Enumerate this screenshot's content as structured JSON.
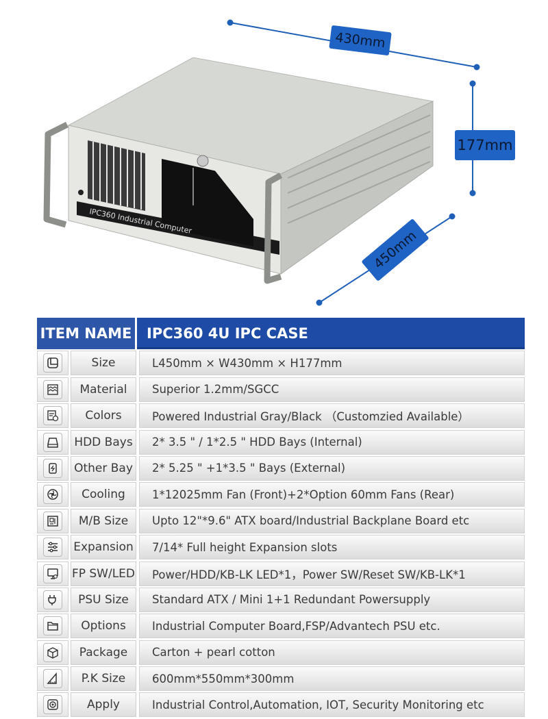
{
  "dimensions": {
    "width": "430mm",
    "height": "177mm",
    "depth": "450mm"
  },
  "product": {
    "front_label": "IPC360 Industrial Computer"
  },
  "table": {
    "header_item": "ITEM NAME",
    "header_title": "IPC360 4U IPC CASE",
    "rows": [
      {
        "icon": "size-icon",
        "name": "Size",
        "value": "L450mm × W430mm × H177mm"
      },
      {
        "icon": "material-icon",
        "name": "Material",
        "value": "Superior 1.2mm/SGCC"
      },
      {
        "icon": "colors-icon",
        "name": "Colors",
        "value": "Powered Industrial Gray/Black （Customzied Available）"
      },
      {
        "icon": "hdd-icon",
        "name": "HDD Bays",
        "value": "2* 3.5 \" / 1*2.5 \" HDD Bays (Internal)"
      },
      {
        "icon": "other-bay-icon",
        "name": "Other Bay",
        "value": "2* 5.25 \" +1*3.5 \" Bays (External)"
      },
      {
        "icon": "fan-icon",
        "name": "Cooling",
        "value": "1*12025mm Fan (Front)+2*Option 60mm Fans (Rear)"
      },
      {
        "icon": "motherboard-icon",
        "name": "M/B Size",
        "value": "Upto 12\"*9.6\" ATX board/Industrial Backplane Board etc"
      },
      {
        "icon": "sliders-icon",
        "name": "Expansion",
        "value": "7/14* Full height Expansion slots"
      },
      {
        "icon": "monitor-icon",
        "name": "FP SW/LED",
        "value": "Power/HDD/KB-LK LED*1，Power SW/Reset SW/KB-LK*1"
      },
      {
        "icon": "plug-icon",
        "name": "PSU Size",
        "value": "Standard ATX / Mini 1+1 Redundant Powersupply"
      },
      {
        "icon": "folder-icon",
        "name": "Options",
        "value": "Industrial Computer Board,FSP/Advantech PSU etc."
      },
      {
        "icon": "box-icon",
        "name": "Package",
        "value": "Carton + pearl cotton"
      },
      {
        "icon": "ruler-icon",
        "name": "P.K Size",
        "value": "600mm*550mm*300mm"
      },
      {
        "icon": "target-icon",
        "name": "Apply",
        "value": "Industrial Control,Automation, IOT, Security Monitoring etc"
      }
    ]
  }
}
